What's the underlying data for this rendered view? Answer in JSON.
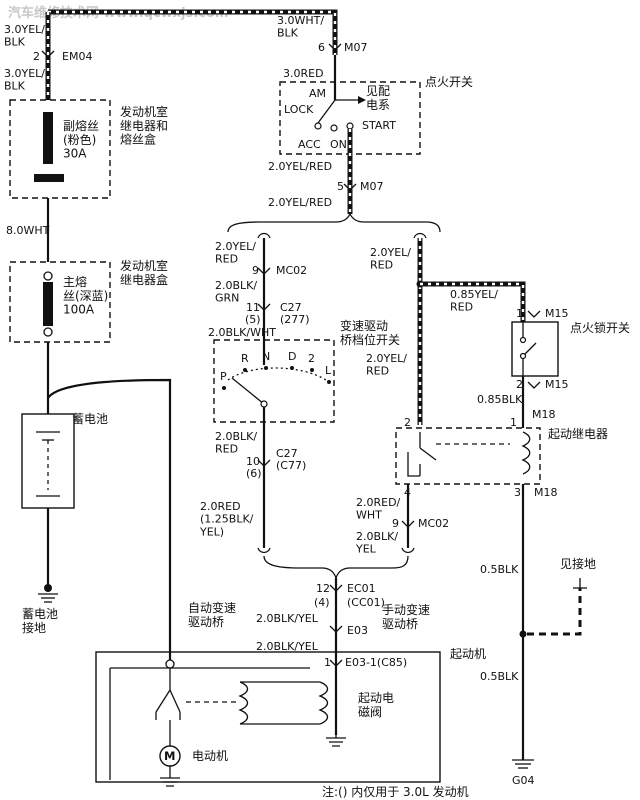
{
  "watermark": "汽车维修技术网 www.qcwxjs.com",
  "left": {
    "w_top": "3.0YEL/\nBLK",
    "em04_pin": "2",
    "em04": "EM04",
    "w_em04": "3.0YEL/\nBLK",
    "engine_relay_box": "发动机室\n继电器和\n熔丝盒",
    "sub_fuse": "副熔丝\n(粉色)\n30A",
    "w_8wht": "8.0WHT",
    "engine_relay_box2": "发动机室\n继电器盒",
    "main_fuse": "主熔\n丝(深蓝)\n100A",
    "battery": "蓄电池",
    "battery_ground": "蓄电池\n接地"
  },
  "ignition": {
    "w_in": "3.0WHT/\nBLK",
    "m07_pin_top": "6",
    "m07_top": "M07",
    "w_red": "3.0RED",
    "am": "AM",
    "see_power": "见配\n电系",
    "lock": "LOCK",
    "start": "START",
    "acc": "ACC",
    "on": "ON",
    "name": "点火开关",
    "w_out": "2.0YEL/RED",
    "m07_pin_bot": "5",
    "m07_bot": "M07",
    "w_out2": "2.0YEL/RED"
  },
  "auto": {
    "w1": "2.0YEL/\nRED",
    "mc02_pin": "9",
    "mc02": "MC02",
    "w2": "2.0BLK/\nGRN",
    "c27_pin": "11",
    "c27": "C27",
    "c27_alt": "(277)",
    "pin5": "(5)",
    "w3": "2.0BLK/WHT",
    "switch_name": "变速驱动\n桥档位开关",
    "gears": [
      "P",
      "R",
      "N",
      "D",
      "2",
      "L"
    ],
    "w4": "2.0BLK/\nRED",
    "c27b": "C27",
    "c27b_pin": "10",
    "c77": "(C77)",
    "pin6": "(6)",
    "w5": "2.0RED\n(1.25BLK/\nYEL)",
    "label": "自动变速\n驱动桥"
  },
  "manual": {
    "w1": "2.0YEL/\nRED",
    "w2": "0.85YEL/\nRED",
    "m15_top": "M15",
    "m15_pin_top": "1",
    "lock_switch": "点火锁开关",
    "w3": "2.0YEL/\nRED",
    "m15_pin_bot": "2",
    "m15_bot": "M15",
    "w4": "0.85BLK",
    "m18_top": "M18",
    "m18_pin2": "2",
    "m18_pin1": "1",
    "relay": "起动继电器",
    "m18_pin4": "4",
    "m18_pin3": "3",
    "m18_bot": "M18",
    "w5": "2.0RED/\nWHT",
    "mc02_pin": "9",
    "mc02": "MC02",
    "w6": "2.0BLK/\nYEL",
    "w7": "0.5BLK",
    "see_ground": "见接地",
    "w8": "0.5BLK",
    "g04": "G04",
    "label": "手动变速\n驱动桥"
  },
  "bottom": {
    "ec01_pin": "12",
    "ec01": "EC01",
    "pin4": "(4)",
    "cc01": "(CC01)",
    "w1": "2.0BLK/YEL",
    "e03": "E03",
    "w2": "2.0BLK/YEL",
    "e031_pin": "1",
    "e031": "E03-1(C85)",
    "starter": "起动机",
    "solenoid": "起动电\n磁阀",
    "motor_symbol": "M",
    "motor": "电动机",
    "note": "注:() 内仅用于 3.0L 发动机"
  }
}
